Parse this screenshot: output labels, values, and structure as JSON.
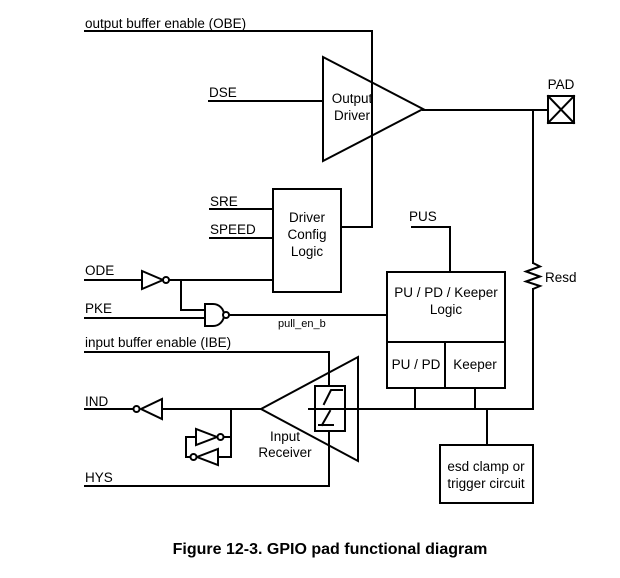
{
  "diagram": {
    "caption": "Figure 12-3. GPIO pad functional diagram",
    "signals": {
      "obe": "output buffer enable (OBE)",
      "dse": "DSE",
      "sre": "SRE",
      "speed": "SPEED",
      "ode": "ODE",
      "pke": "PKE",
      "pull_en_b": "pull_en_b",
      "ibe": "input buffer enable (IBE)",
      "ind": "IND",
      "hys": "HYS",
      "pus": "PUS",
      "pad": "PAD",
      "resd": "Resd"
    },
    "blocks": {
      "output_driver": {
        "line1": "Output",
        "line2": "Driver"
      },
      "driver_config": {
        "line1": "Driver",
        "line2": "Config",
        "line3": "Logic"
      },
      "pupd_keeper_logic": {
        "line1": "PU / PD / Keeper",
        "line2": "Logic"
      },
      "pupd_cell": "PU / PD",
      "keeper_cell": "Keeper",
      "input_receiver": {
        "line1": "Input",
        "line2": "Receiver"
      },
      "esd": {
        "line1": "esd clamp or",
        "line2": "trigger circuit"
      }
    },
    "colors": {
      "line": "#000000",
      "text": "#000000",
      "background": "#ffffff"
    }
  }
}
